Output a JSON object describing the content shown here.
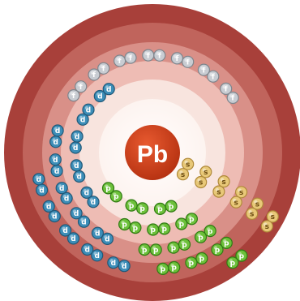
{
  "atom": {
    "symbol": "Pb",
    "colors": {
      "outer_ring": "#a8403a",
      "ring_dark": "#c0645c",
      "ring_mid": "#d99088",
      "ring_light": "#eebcb4",
      "ring_pale": "#f8e4de",
      "nucleus": "#b43010",
      "nucleus_highlight": "#e85a30",
      "nucleus_text": "#ffffff"
    },
    "electron_types": {
      "s": {
        "label": "s",
        "color": "#e8c878",
        "edge": "#b08a3a",
        "text": "#6a4a10"
      },
      "p": {
        "label": "p",
        "color": "#6cc03a",
        "edge": "#2f7a12",
        "text": "#ffffff"
      },
      "d": {
        "label": "d",
        "color": "#3d8eb8",
        "edge": "#1f5878",
        "text": "#ffffff"
      },
      "f": {
        "label": "f",
        "color": "#c8ccd2",
        "edge": "#7f858c",
        "text": "#ffffff"
      }
    },
    "shells": [
      {
        "shell": 1,
        "s": 2,
        "p": 0,
        "d": 0,
        "f": 0
      },
      {
        "shell": 2,
        "s": 2,
        "p": 6,
        "d": 0,
        "f": 0
      },
      {
        "shell": 3,
        "s": 2,
        "p": 6,
        "d": 10,
        "f": 0
      },
      {
        "shell": 4,
        "s": 2,
        "p": 6,
        "d": 10,
        "f": 14
      },
      {
        "shell": 5,
        "s": 2,
        "p": 6,
        "d": 10,
        "f": 0
      },
      {
        "shell": 6,
        "s": 2,
        "p": 2,
        "d": 0,
        "f": 0
      }
    ]
  }
}
